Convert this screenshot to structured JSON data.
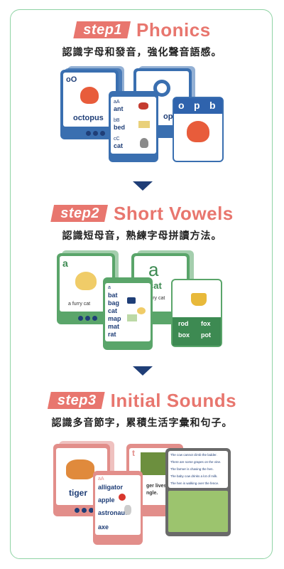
{
  "steps": [
    {
      "tag": "step1",
      "title": "Phonics",
      "description": "認識字母和發音，強化聲音語感。",
      "cards": {
        "main_letter": "oO",
        "main_word": "octopus",
        "list_letters": [
          "aA",
          "bB",
          "cC"
        ],
        "list_words": [
          "ant",
          "bed",
          "cat"
        ],
        "back_word": "opus",
        "letter_bar": [
          "o",
          "p",
          "b"
        ]
      }
    },
    {
      "tag": "step2",
      "title": "Short Vowels",
      "description": "認識短母音，熟練字母拼讀方法。",
      "cards": {
        "main_letter": "a",
        "main_caption": "a furry cat",
        "back_letter": "a",
        "back_word": "cat",
        "back_caption": "urry cat",
        "list_letter": "a",
        "list_words": [
          "bat",
          "bag",
          "cat",
          "map",
          "mat",
          "rat"
        ],
        "pot_words": [
          "rod",
          "fox",
          "box",
          "pot"
        ]
      }
    },
    {
      "tag": "step3",
      "title": "Initial Sounds",
      "description": "認識多音節字，累積生活字彙和句子。",
      "cards": {
        "main_word": "tiger",
        "list_letter": "aA",
        "list_words": [
          "alligator",
          "apple",
          "astronaut",
          "axe"
        ],
        "back_letter": "t",
        "back_caption": "ger lives in",
        "back_caption2": "ngle.",
        "sentences": [
          "The cow cannot climb the ladder.",
          "There are some grapes on the vine.",
          "The farmer is chasing the hen.",
          "The baby cow drinks a lot of milk.",
          "The hen is walking over the fence."
        ]
      }
    }
  ]
}
